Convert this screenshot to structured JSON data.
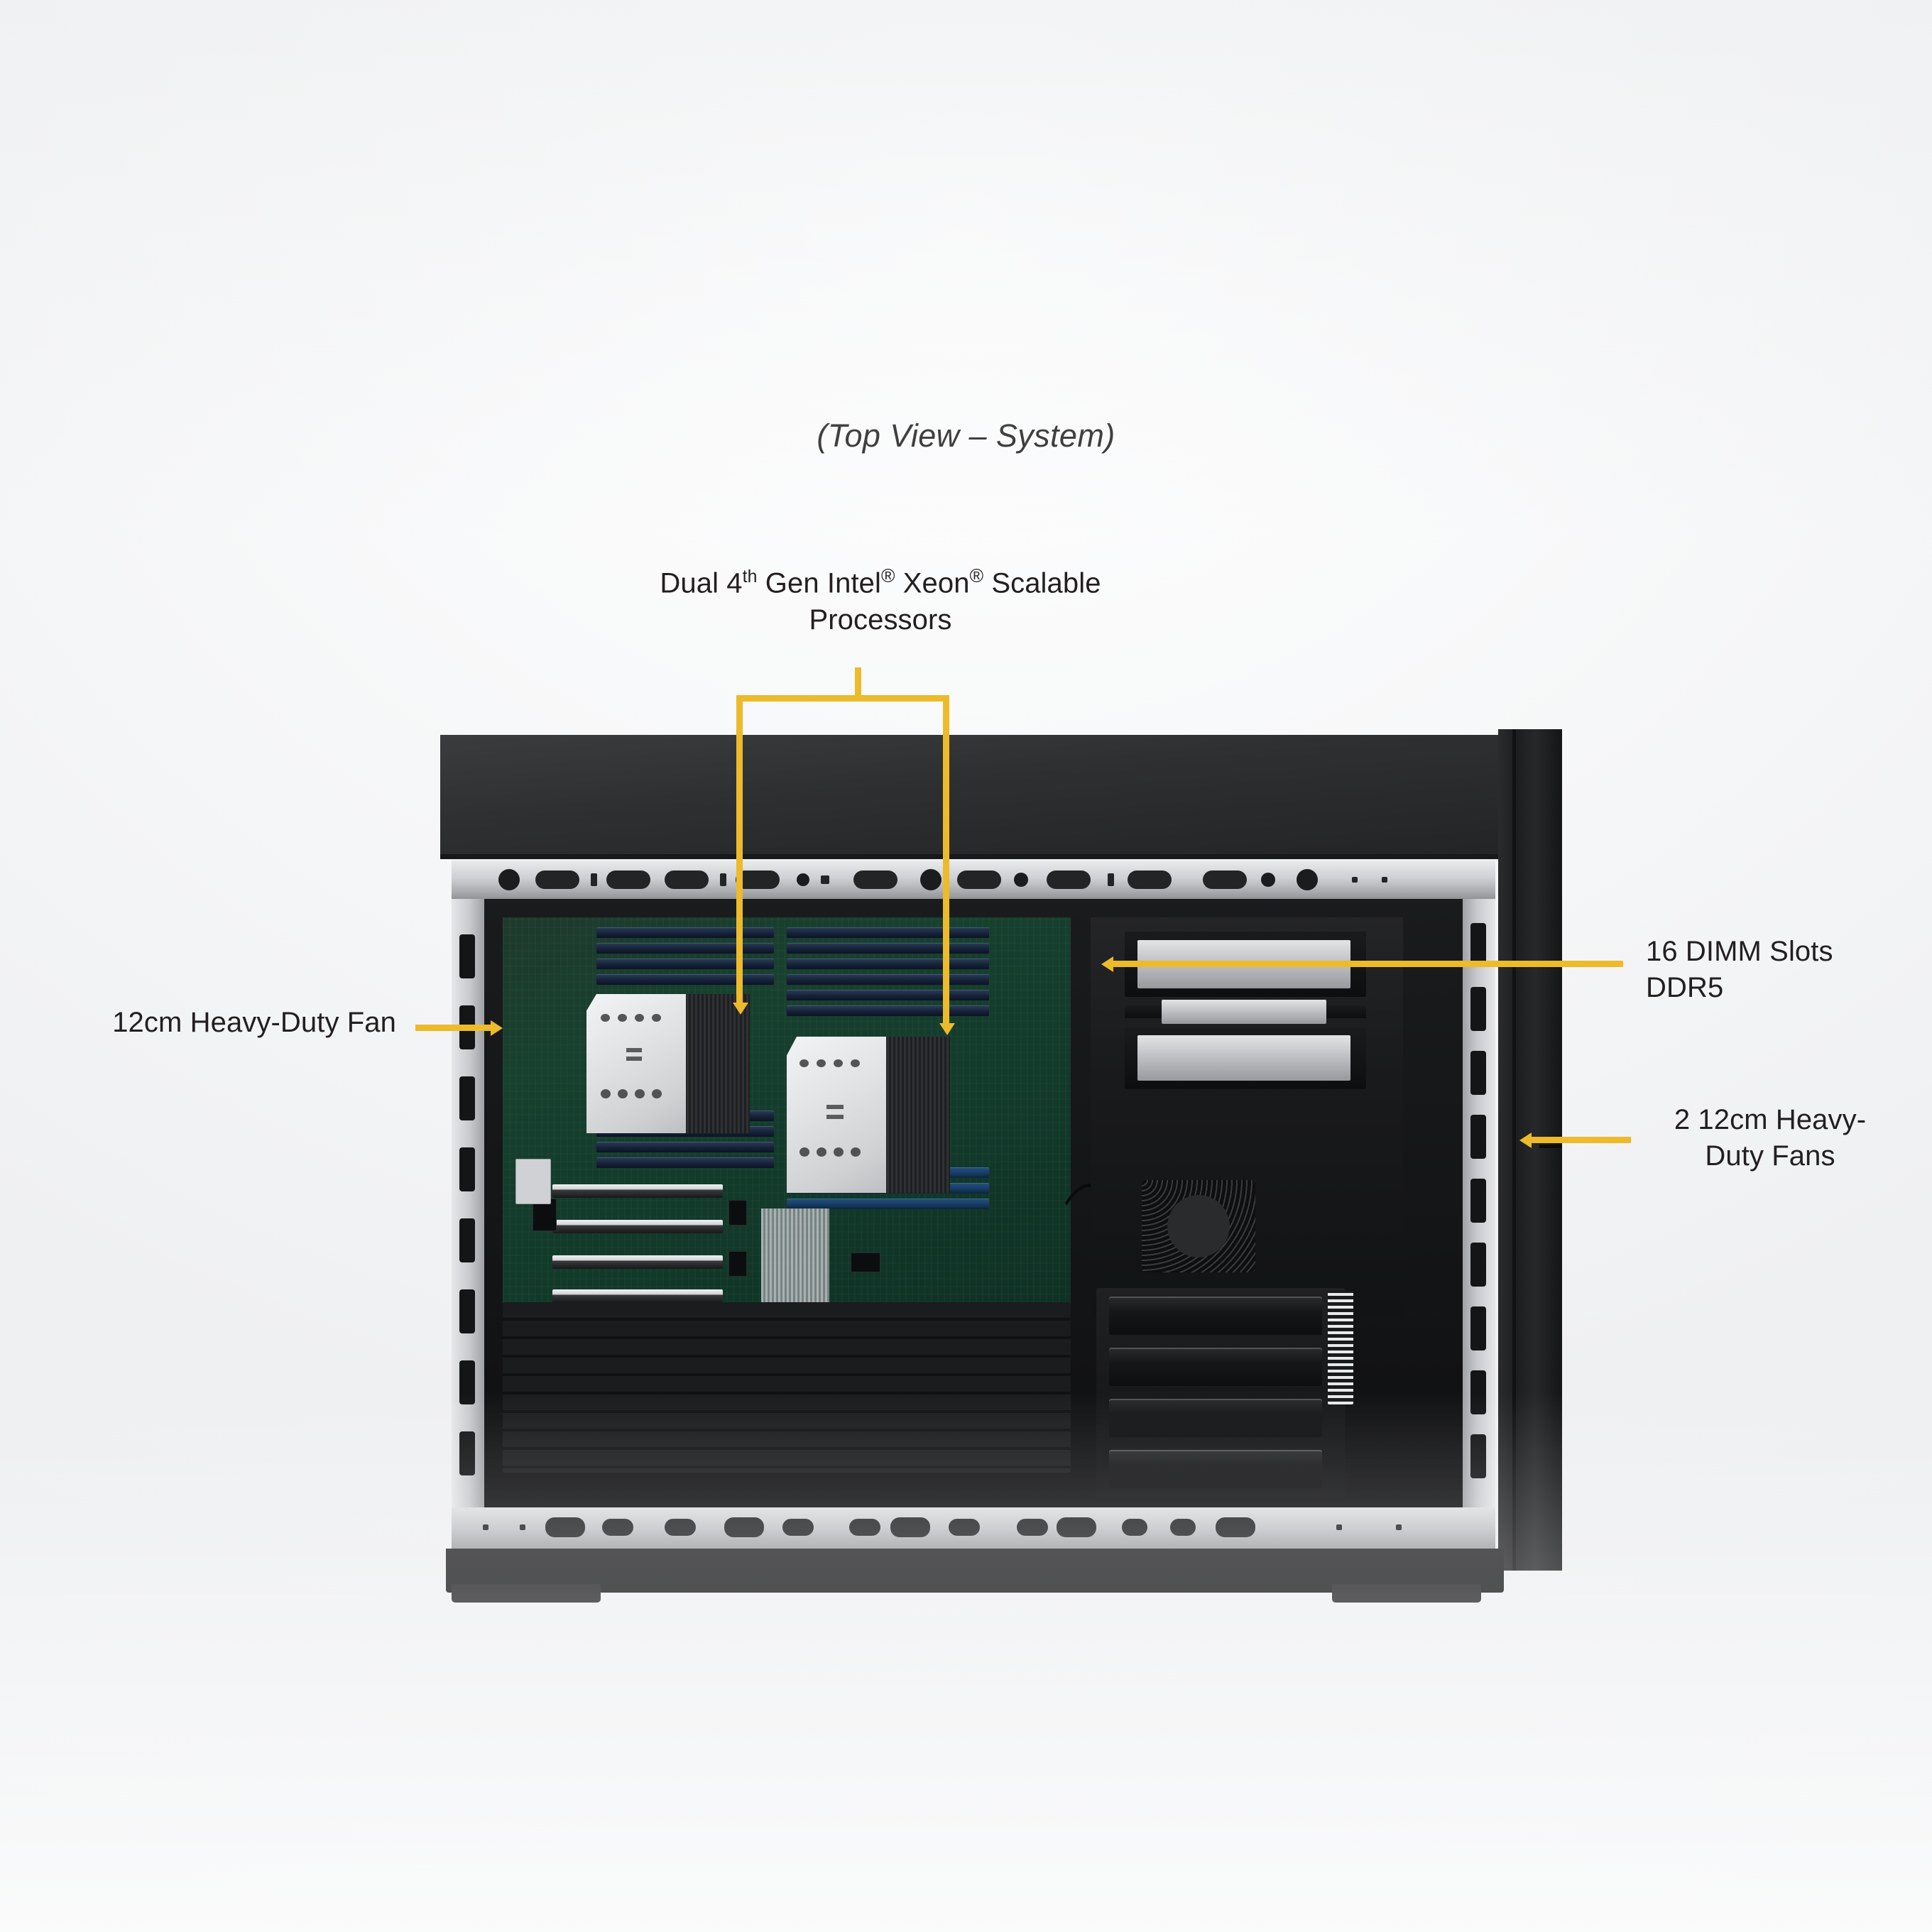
{
  "title": "(Top View – System)",
  "callouts": {
    "processors": {
      "text_prefix": "Dual 4",
      "text_sup": "th",
      "text_mid": " Gen Intel",
      "reg1": "®",
      "text_mid2": " Xeon",
      "reg2": "®",
      "text_suffix": " Scalable Processors",
      "full_text": "Dual 4th Gen Intel® Xeon® Scalable Processors"
    },
    "fan_left": "12cm Heavy-Duty  Fan",
    "dimm": "16 DIMM Slots\nDDR5",
    "fans_right": "2 12cm Heavy-\nDuty Fans"
  },
  "colors": {
    "accent_yellow": "#EDBA2B",
    "text": "#231f20",
    "background": "#eff0f2",
    "chassis_black": "#232426",
    "rail_silver": "#c8cacd",
    "pcb_green": "#133a2b",
    "heatsink_gray": "#e2e3e5"
  },
  "image_subject": "Tower server chassis interior, side panel removed, top view"
}
